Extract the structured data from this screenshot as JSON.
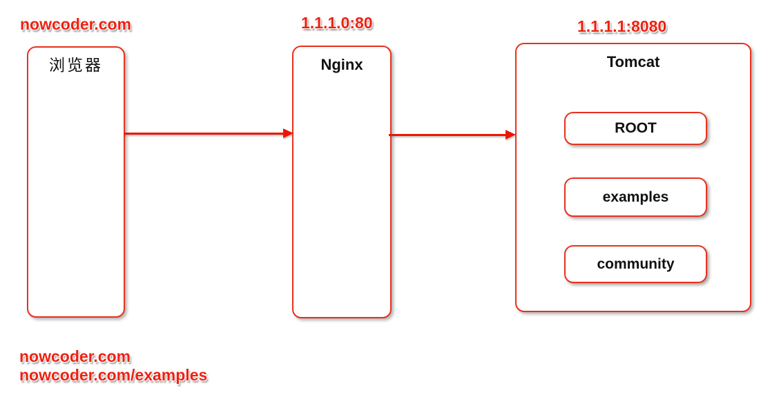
{
  "colors": {
    "label_red": "#ee2111",
    "border_red": "#e8301c",
    "arrow_red": "#ee1505",
    "text_black": "#111111",
    "bg_white": "#ffffff"
  },
  "top_labels": [
    {
      "text": "nowcoder.com"
    },
    {
      "text": "1.1.1.0:80"
    },
    {
      "text": "1.1.1.1:8080"
    }
  ],
  "nodes": {
    "browser": {
      "title": "浏览器"
    },
    "nginx": {
      "title": "Nginx"
    },
    "tomcat": {
      "title": "Tomcat",
      "apps": [
        {
          "label": "ROOT"
        },
        {
          "label": "examples"
        },
        {
          "label": "community"
        }
      ]
    }
  },
  "arrows": [
    {
      "from": "browser",
      "to": "nginx"
    },
    {
      "from": "nginx",
      "to": "tomcat"
    }
  ],
  "bottom_labels": [
    {
      "text": "nowcoder.com"
    },
    {
      "text": "nowcoder.com/examples"
    }
  ]
}
